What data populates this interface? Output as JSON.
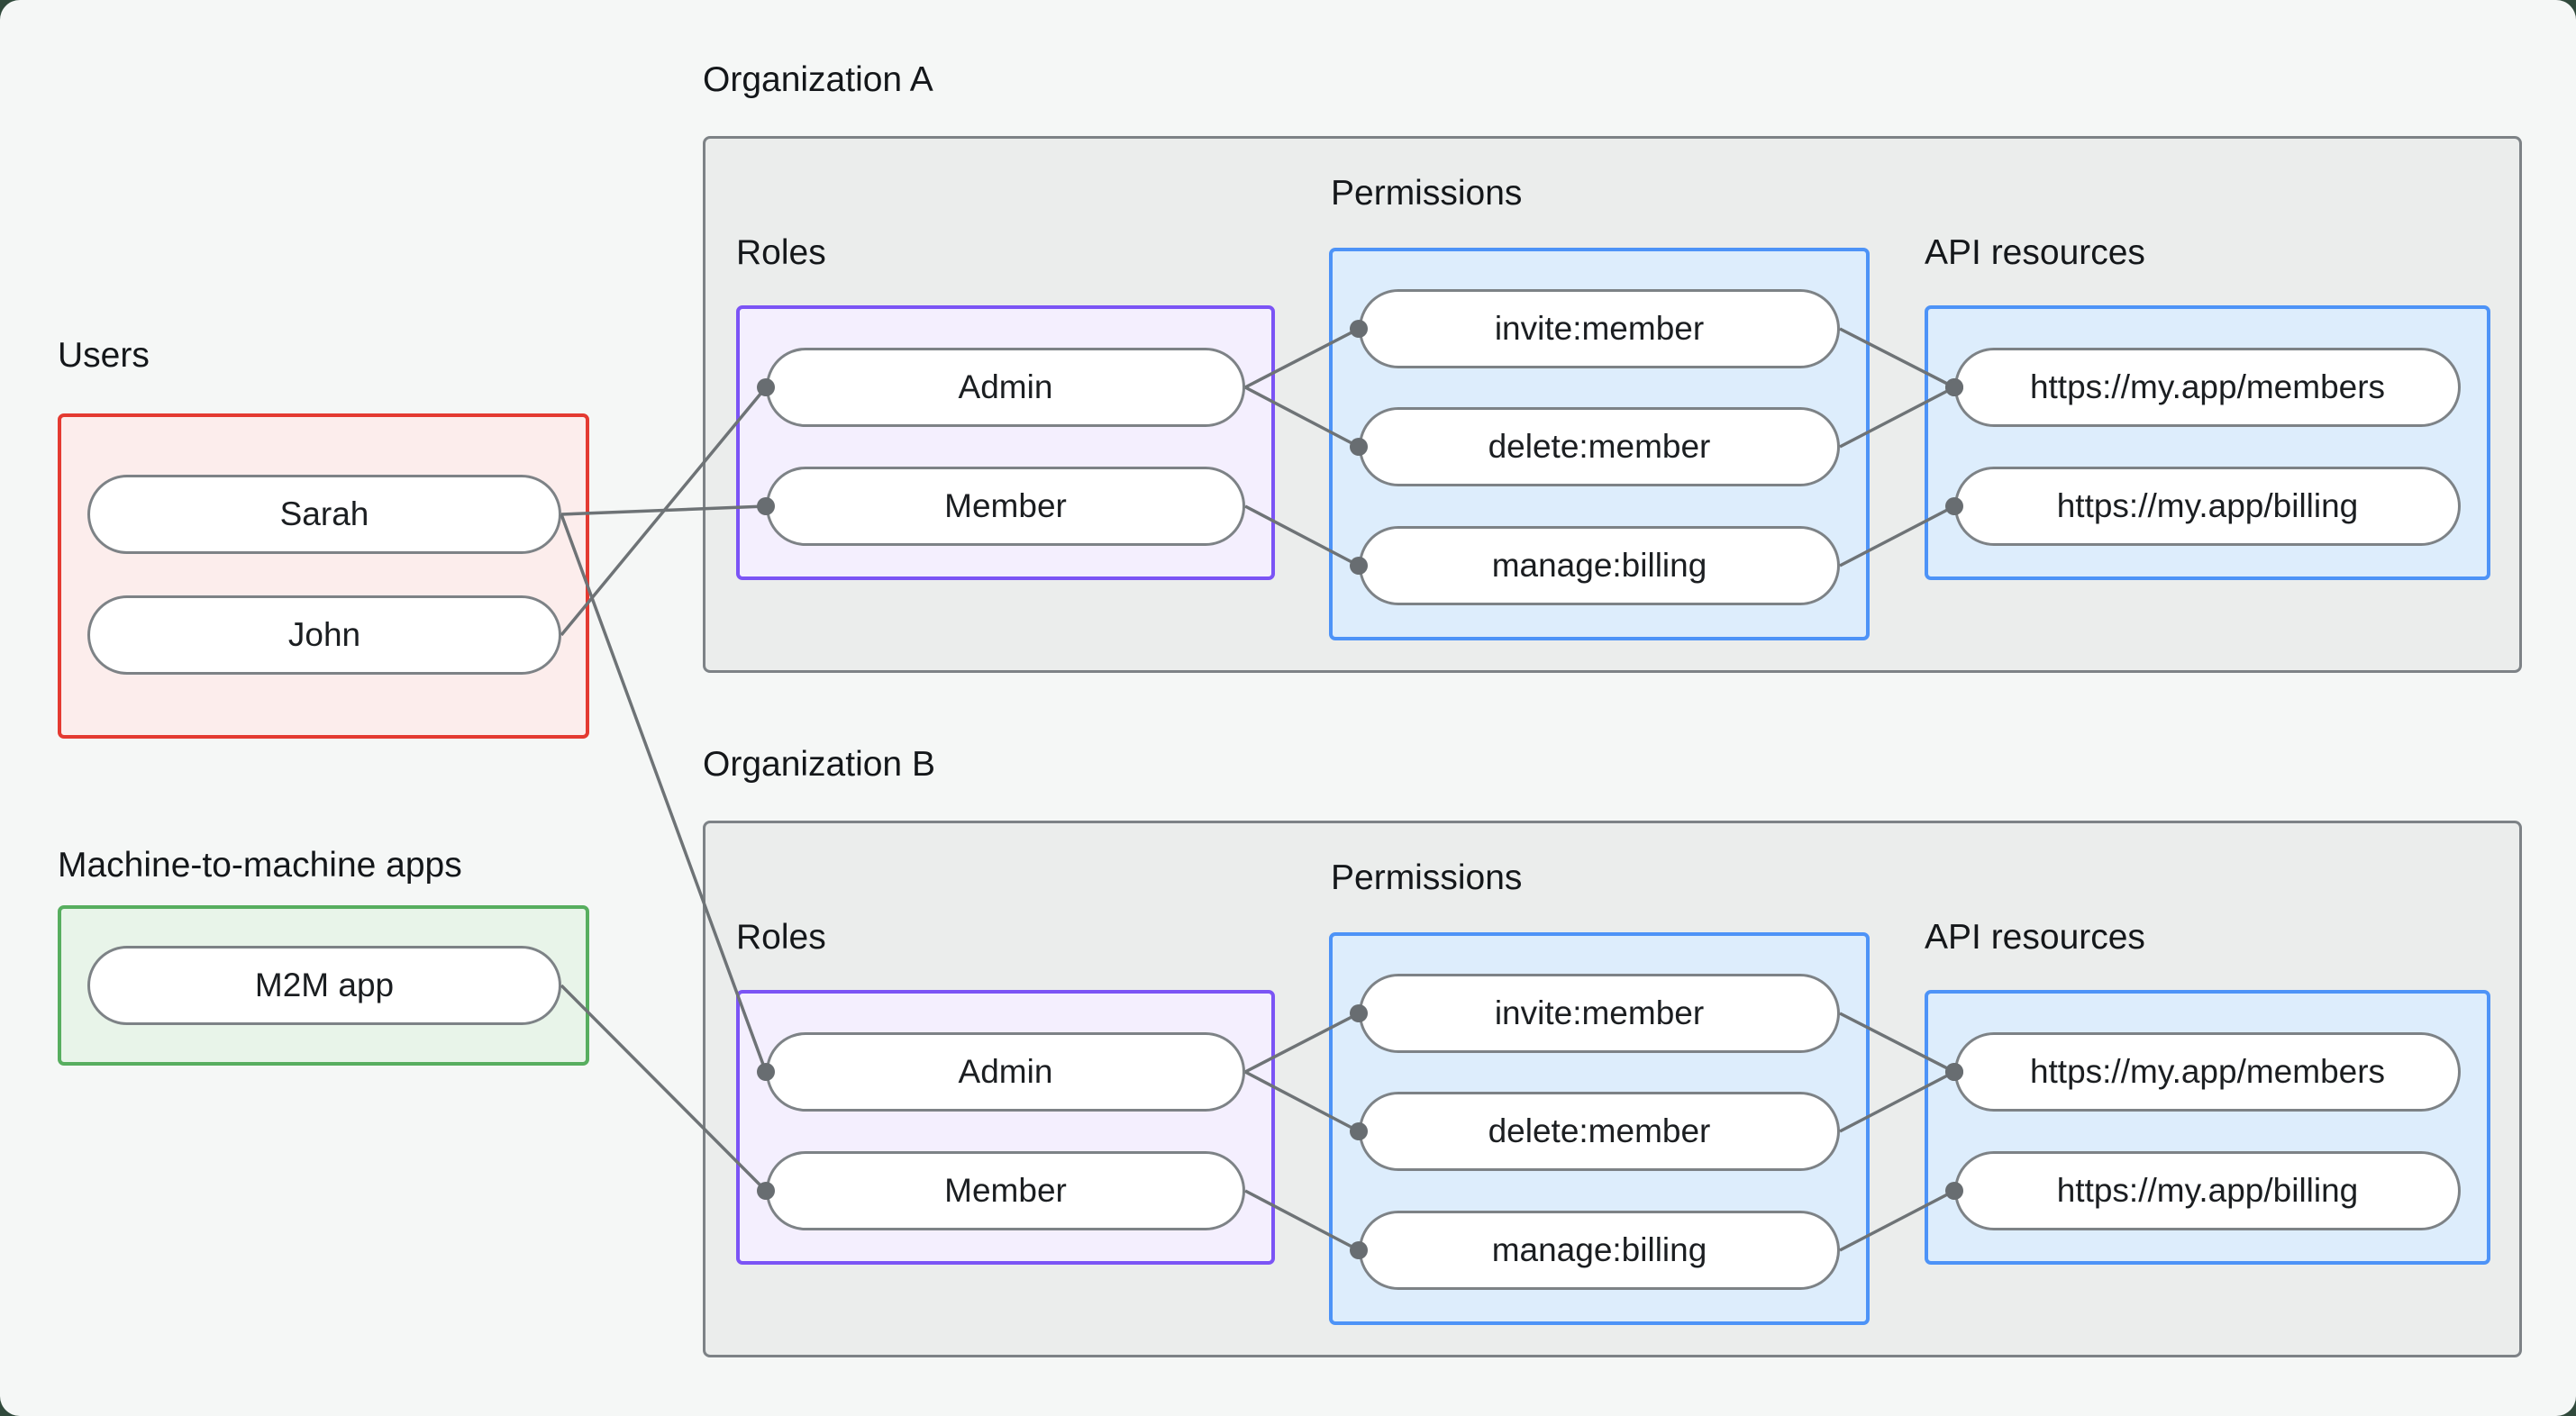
{
  "users": {
    "label": "Users",
    "items": [
      {
        "id": "sarah",
        "label": "Sarah"
      },
      {
        "id": "john",
        "label": "John"
      }
    ]
  },
  "m2m": {
    "label": "Machine-to-machine apps",
    "items": [
      {
        "id": "m2m_app",
        "label": "M2M app"
      }
    ]
  },
  "org_a": {
    "title": "Organization A",
    "roles_label": "Roles",
    "permissions_label": "Permissions",
    "api_label": "API resources",
    "roles": [
      {
        "id": "a_admin",
        "label": "Admin"
      },
      {
        "id": "a_member",
        "label": "Member"
      }
    ],
    "permissions": [
      {
        "id": "a_invite",
        "label": "invite:member"
      },
      {
        "id": "a_delete",
        "label": "delete:member"
      },
      {
        "id": "a_manage",
        "label": "manage:billing"
      }
    ],
    "api_resources": [
      {
        "id": "a_members_api",
        "label": "https://my.app/members"
      },
      {
        "id": "a_billing_api",
        "label": "https://my.app/billing"
      }
    ]
  },
  "org_b": {
    "title": "Organization B",
    "roles_label": "Roles",
    "permissions_label": "Permissions",
    "api_label": "API resources",
    "roles": [
      {
        "id": "b_admin",
        "label": "Admin"
      },
      {
        "id": "b_member",
        "label": "Member"
      }
    ],
    "permissions": [
      {
        "id": "b_invite",
        "label": "invite:member"
      },
      {
        "id": "b_delete",
        "label": "delete:member"
      },
      {
        "id": "b_manage",
        "label": "manage:billing"
      }
    ],
    "api_resources": [
      {
        "id": "b_members_api",
        "label": "https://my.app/members"
      },
      {
        "id": "b_billing_api",
        "label": "https://my.app/billing"
      }
    ]
  },
  "edges": [
    {
      "from": "john",
      "to": "a_admin"
    },
    {
      "from": "sarah",
      "to": "a_member"
    },
    {
      "from": "a_admin",
      "to": "a_invite"
    },
    {
      "from": "a_admin",
      "to": "a_delete"
    },
    {
      "from": "a_member",
      "to": "a_manage"
    },
    {
      "from": "a_invite",
      "to": "a_members_api"
    },
    {
      "from": "a_delete",
      "to": "a_members_api"
    },
    {
      "from": "a_manage",
      "to": "a_billing_api"
    },
    {
      "from": "sarah",
      "to": "b_admin"
    },
    {
      "from": "m2m_app",
      "to": "b_member"
    },
    {
      "from": "b_admin",
      "to": "b_invite"
    },
    {
      "from": "b_admin",
      "to": "b_delete"
    },
    {
      "from": "b_member",
      "to": "b_manage"
    },
    {
      "from": "b_invite",
      "to": "b_members_api"
    },
    {
      "from": "b_delete",
      "to": "b_members_api"
    },
    {
      "from": "b_manage",
      "to": "b_billing_api"
    }
  ],
  "colors": {
    "page_background": "#f5f7f6",
    "org_fill": "#ebedec",
    "org_border": "#7d8286",
    "users_border": "#e43a31",
    "users_fill": "#fcedec",
    "m2m_border": "#57ae5f",
    "m2m_fill": "#e8f4e9",
    "roles_border": "#7b54f5",
    "roles_fill": "#f4effe",
    "blue_border": "#4d93f7",
    "blue_fill": "#ddedfc",
    "connector": "#6e7376",
    "connector_dot": "#686d71",
    "text": "#191c1f"
  }
}
